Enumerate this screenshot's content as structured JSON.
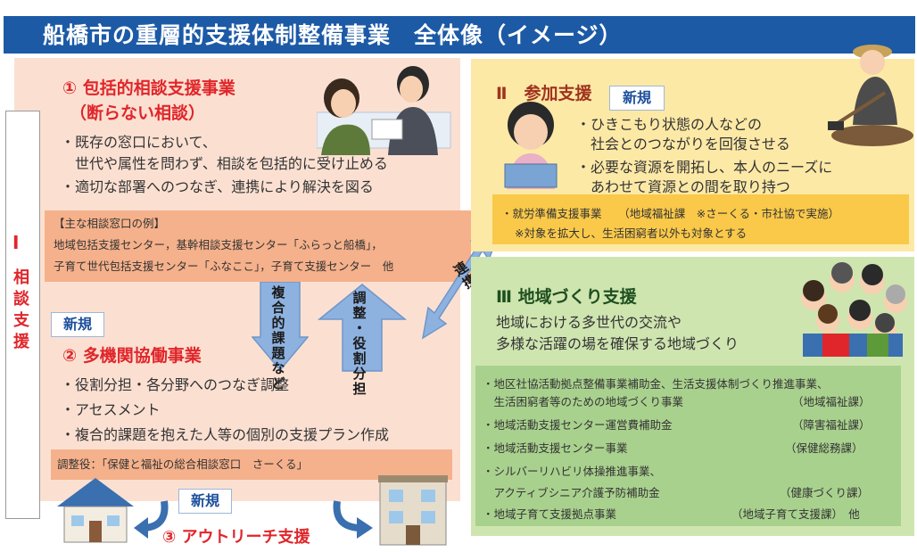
{
  "title": "船橋市の重層的支援体制整備事業　全体像（イメージ）",
  "side": {
    "numeral": "Ⅰ",
    "label": [
      "相",
      "談",
      "支",
      "援"
    ]
  },
  "section1": {
    "heading1": "① 包括的相談支援事業",
    "heading2": "（断らない相談）",
    "bullets": [
      "・既存の窓口において、",
      "　世代や属性を問わず、相談を包括的に受け止める",
      "・適切な部署へのつなぎ、連携により解決を図る"
    ],
    "examples_title": "【主な相談窓口の例】",
    "examples": [
      "地域包括支援センター，基幹相談支援センター「ふらっと船橋」，",
      "子育て世代包括支援センター「ふなここ」，子育て支援センター　他"
    ]
  },
  "section2": {
    "badge": "新規",
    "heading": "② 多機関協働事業",
    "bullets": [
      "・役割分担・各分野へのつなぎ調整",
      "・アセスメント",
      "・複合的課題を抱えた人等の個別の支援プラン作成"
    ],
    "coordinator": "調整役：「保健と福祉の総合相談窓口　さーくる」"
  },
  "section3": {
    "badge": "新規",
    "heading": "③ アウトリーチ支援"
  },
  "arrows": {
    "down": [
      "複",
      "合",
      "的",
      "課",
      "題",
      "な",
      "ど"
    ],
    "up": [
      "調",
      "整",
      "・",
      "役",
      "割",
      "分",
      "担"
    ],
    "link": [
      "連",
      "携"
    ]
  },
  "participation": {
    "heading": "Ⅱ　参加支援",
    "badge": "新規",
    "bullets": [
      "・ひきこもり状態の人などの",
      "　社会とのつながりを回復させる",
      "・必要な資源を開拓し、本人のニーズに",
      "　あわせて資源との間を取り持つ"
    ],
    "program": "・就労準備支援事業　　（地域福祉課　※さーくる・市社協で実施）",
    "note": "※対象を拡大し、生活困窮者以外も対象とする"
  },
  "community": {
    "heading": "Ⅲ 地域づくり支援",
    "desc": [
      "地域における多世代の交流や",
      "多様な活躍の場を確保する地域づくり"
    ],
    "items": [
      {
        "text": "・地区社協活動拠点整備事業補助金、生活支援体制づくり推進事業、",
        "dept": ""
      },
      {
        "text": "　生活困窮者等のための地域づくり事業",
        "dept": "（地域福祉課）"
      },
      {
        "text": "・地域活動支援センター運営費補助金",
        "dept": "（障害福祉課）"
      },
      {
        "text": "・地域活動支援センター事業",
        "dept": "（保健総務課）"
      },
      {
        "text": "・シルバーリハビリ体操推進事業、",
        "dept": ""
      },
      {
        "text": "　アクティブシニア介護予防補助金",
        "dept": "（健康づくり課）"
      },
      {
        "text": "・地域子育て支援拠点事業",
        "dept": "（地域子育て支援課）　他"
      }
    ]
  },
  "colors": {
    "title_bg": "#1c5aa6",
    "accent_red": "#e0262b",
    "badge_blue": "#1c4f9c"
  }
}
